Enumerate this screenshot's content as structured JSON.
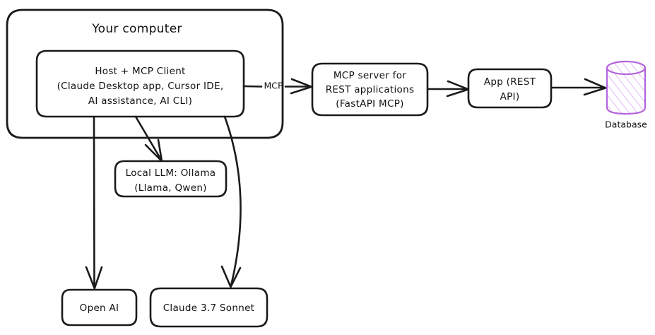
{
  "diagram": {
    "title": "Your computer",
    "background_color": "#ffffff",
    "stroke_color": "#1a1a1a",
    "database_color": "#b362dd",
    "database_hatch_color": "#d8a8ee",
    "container": {
      "label": "Your computer"
    },
    "nodes": {
      "host": {
        "name": "host-mcp-client",
        "lines": [
          "Host + MCP Client",
          "(Claude Desktop app, Cursor IDE,",
          "AI assistance, AI CLI)"
        ]
      },
      "mcp_server": {
        "name": "mcp-server",
        "lines": [
          "MCP server for",
          "REST applications",
          "(FastAPI MCP)"
        ]
      },
      "app": {
        "name": "app-rest-api",
        "lines": [
          "App (REST",
          "API)"
        ]
      },
      "database": {
        "name": "database",
        "caption": "Database"
      },
      "local_llm": {
        "name": "local-llm-ollama",
        "lines": [
          "Local LLM: Ollama",
          "(Llama, Qwen)"
        ]
      },
      "open_ai": {
        "name": "open-ai",
        "lines": [
          "Open AI"
        ]
      },
      "claude": {
        "name": "claude-37-sonnet",
        "lines": [
          "Claude 3.7 Sonnet"
        ]
      }
    },
    "edges": [
      {
        "name": "host-to-mcp-server",
        "label": "MCP"
      },
      {
        "name": "mcp-server-to-app",
        "label": ""
      },
      {
        "name": "app-to-database",
        "label": ""
      },
      {
        "name": "host-to-local-llm",
        "label": ""
      },
      {
        "name": "host-to-open-ai",
        "label": ""
      },
      {
        "name": "host-to-claude",
        "label": ""
      }
    ]
  }
}
